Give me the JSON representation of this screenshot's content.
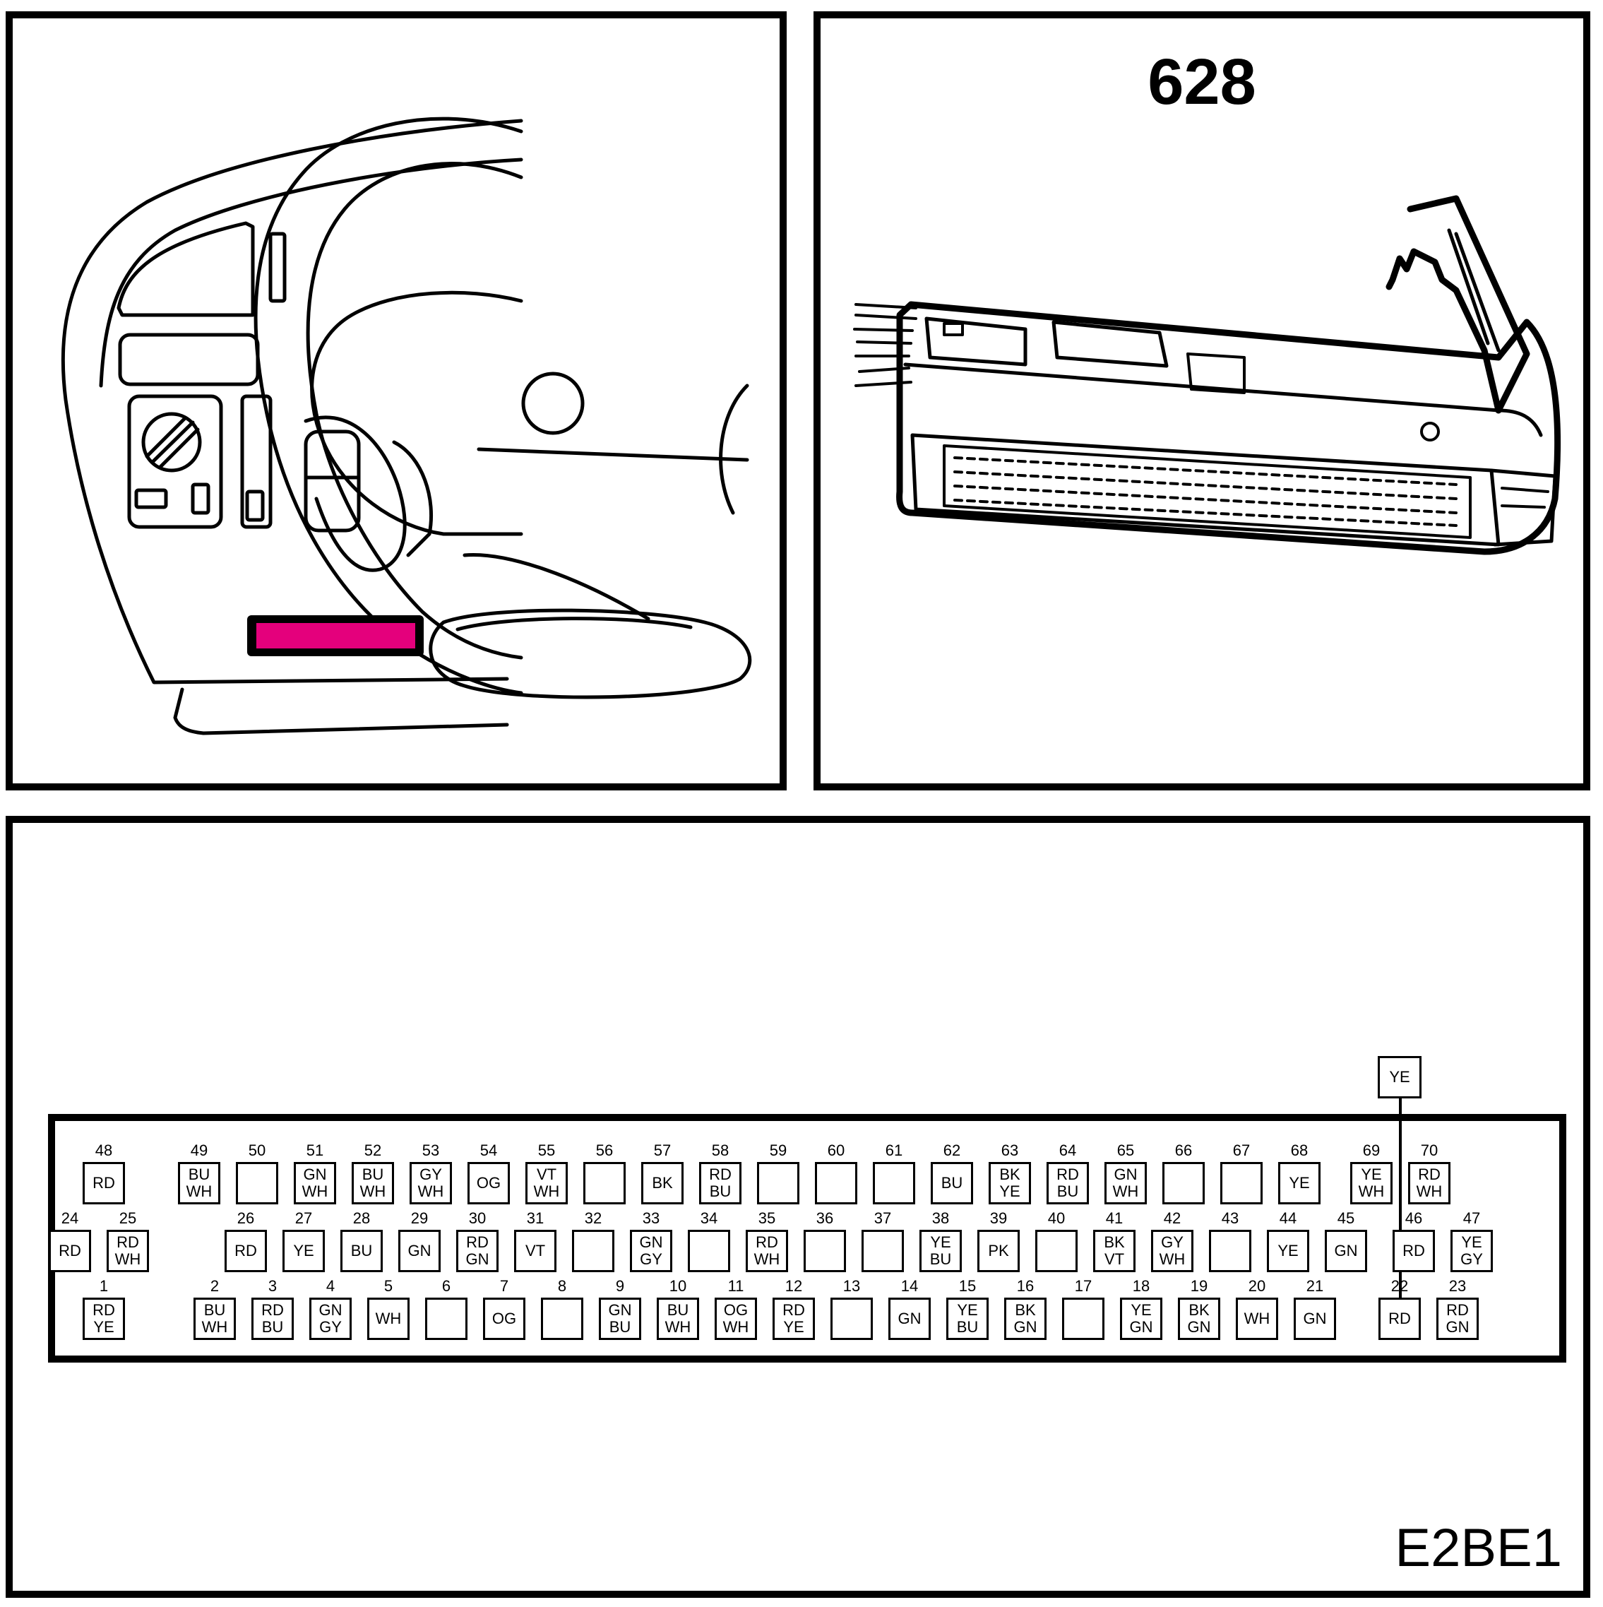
{
  "ecu_panel": {
    "label": "628"
  },
  "dashboard_panel": {
    "highlight_color": "#e4007c"
  },
  "connector": {
    "callout_wire": "YE",
    "diagram_code": "E2BE1",
    "pins": [
      {
        "num": "1",
        "colors": [
          "RD",
          "YE"
        ]
      },
      {
        "num": "2",
        "colors": [
          "BU",
          "WH"
        ]
      },
      {
        "num": "3",
        "colors": [
          "RD",
          "BU"
        ]
      },
      {
        "num": "4",
        "colors": [
          "GN",
          "GY"
        ]
      },
      {
        "num": "5",
        "colors": [
          "WH"
        ]
      },
      {
        "num": "6",
        "colors": []
      },
      {
        "num": "7",
        "colors": [
          "OG"
        ]
      },
      {
        "num": "8",
        "colors": []
      },
      {
        "num": "9",
        "colors": [
          "GN",
          "BU"
        ]
      },
      {
        "num": "10",
        "colors": [
          "BU",
          "WH"
        ]
      },
      {
        "num": "11",
        "colors": [
          "OG",
          "WH"
        ]
      },
      {
        "num": "12",
        "colors": [
          "RD",
          "YE"
        ]
      },
      {
        "num": "13",
        "colors": []
      },
      {
        "num": "14",
        "colors": [
          "GN"
        ]
      },
      {
        "num": "15",
        "colors": [
          "YE",
          "BU"
        ]
      },
      {
        "num": "16",
        "colors": [
          "BK",
          "GN"
        ]
      },
      {
        "num": "17",
        "colors": []
      },
      {
        "num": "18",
        "colors": [
          "YE",
          "GN"
        ]
      },
      {
        "num": "19",
        "colors": [
          "BK",
          "GN"
        ]
      },
      {
        "num": "20",
        "colors": [
          "WH"
        ]
      },
      {
        "num": "21",
        "colors": [
          "GN"
        ]
      },
      {
        "num": "22",
        "colors": [
          "RD"
        ]
      },
      {
        "num": "23",
        "colors": [
          "RD",
          "GN"
        ]
      },
      {
        "num": "24",
        "colors": [
          "RD"
        ]
      },
      {
        "num": "25",
        "colors": [
          "RD",
          "WH"
        ]
      },
      {
        "num": "26",
        "colors": [
          "RD"
        ]
      },
      {
        "num": "27",
        "colors": [
          "YE"
        ]
      },
      {
        "num": "28",
        "colors": [
          "BU"
        ]
      },
      {
        "num": "29",
        "colors": [
          "GN"
        ]
      },
      {
        "num": "30",
        "colors": [
          "RD",
          "GN"
        ]
      },
      {
        "num": "31",
        "colors": [
          "VT"
        ]
      },
      {
        "num": "32",
        "colors": []
      },
      {
        "num": "33",
        "colors": [
          "GN",
          "GY"
        ]
      },
      {
        "num": "34",
        "colors": []
      },
      {
        "num": "35",
        "colors": [
          "RD",
          "WH"
        ]
      },
      {
        "num": "36",
        "colors": []
      },
      {
        "num": "37",
        "colors": []
      },
      {
        "num": "38",
        "colors": [
          "YE",
          "BU"
        ]
      },
      {
        "num": "39",
        "colors": [
          "PK"
        ]
      },
      {
        "num": "40",
        "colors": []
      },
      {
        "num": "41",
        "colors": [
          "BK",
          "VT"
        ]
      },
      {
        "num": "42",
        "colors": [
          "GY",
          "WH"
        ]
      },
      {
        "num": "43",
        "colors": []
      },
      {
        "num": "44",
        "colors": [
          "YE"
        ]
      },
      {
        "num": "45",
        "colors": [
          "GN"
        ]
      },
      {
        "num": "46",
        "colors": [
          "RD"
        ]
      },
      {
        "num": "47",
        "colors": [
          "YE",
          "GY"
        ]
      },
      {
        "num": "48",
        "colors": [
          "RD"
        ]
      },
      {
        "num": "49",
        "colors": [
          "BU",
          "WH"
        ]
      },
      {
        "num": "50",
        "colors": []
      },
      {
        "num": "51",
        "colors": [
          "GN",
          "WH"
        ]
      },
      {
        "num": "52",
        "colors": [
          "BU",
          "WH"
        ]
      },
      {
        "num": "53",
        "colors": [
          "GY",
          "WH"
        ]
      },
      {
        "num": "54",
        "colors": [
          "OG"
        ]
      },
      {
        "num": "55",
        "colors": [
          "VT",
          "WH"
        ]
      },
      {
        "num": "56",
        "colors": []
      },
      {
        "num": "57",
        "colors": [
          "BK"
        ]
      },
      {
        "num": "58",
        "colors": [
          "RD",
          "BU"
        ]
      },
      {
        "num": "59",
        "colors": []
      },
      {
        "num": "60",
        "colors": []
      },
      {
        "num": "61",
        "colors": []
      },
      {
        "num": "62",
        "colors": [
          "BU"
        ]
      },
      {
        "num": "63",
        "colors": [
          "BK",
          "YE"
        ]
      },
      {
        "num": "64",
        "colors": [
          "RD",
          "BU"
        ]
      },
      {
        "num": "65",
        "colors": [
          "GN",
          "WH"
        ]
      },
      {
        "num": "66",
        "colors": []
      },
      {
        "num": "67",
        "colors": []
      },
      {
        "num": "68",
        "colors": [
          "YE"
        ]
      },
      {
        "num": "69",
        "colors": [
          "YE",
          "WH"
        ]
      },
      {
        "num": "70",
        "colors": [
          "RD",
          "WH"
        ]
      }
    ]
  }
}
